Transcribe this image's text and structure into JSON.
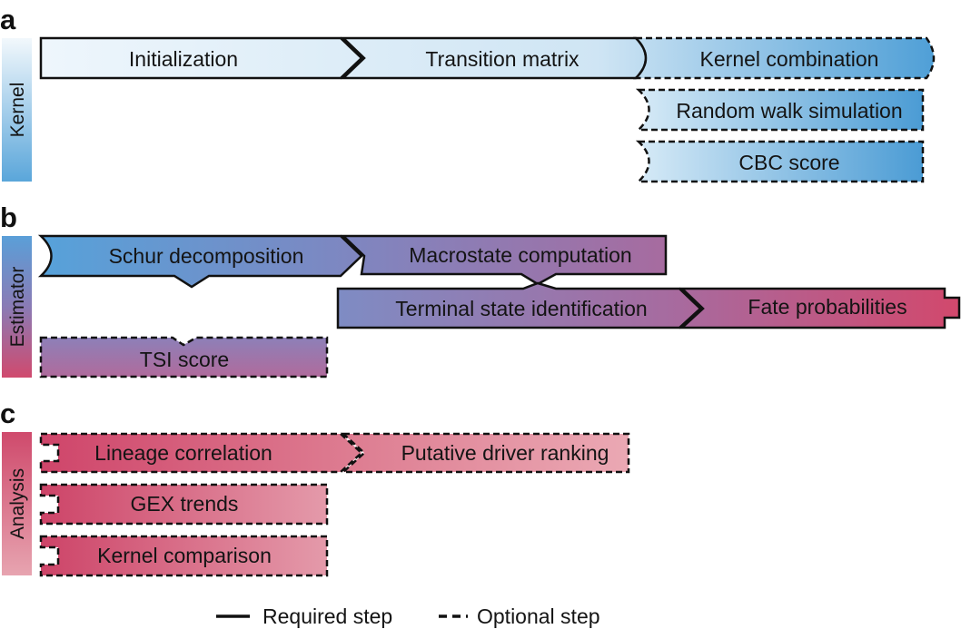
{
  "panels": {
    "a": {
      "letter": "a",
      "side_label": "Kernel"
    },
    "b": {
      "letter": "b",
      "side_label": "Estimator"
    },
    "c": {
      "letter": "c",
      "side_label": "Analysis"
    }
  },
  "steps": {
    "initialization": {
      "label": "Initialization",
      "kind": "required"
    },
    "transition_matrix": {
      "label": "Transition matrix",
      "kind": "required"
    },
    "kernel_combination": {
      "label": "Kernel combination",
      "kind": "optional"
    },
    "random_walk_simulation": {
      "label": "Random walk simulation",
      "kind": "optional"
    },
    "cbc_score": {
      "label": "CBC score",
      "kind": "optional"
    },
    "schur_decomposition": {
      "label": "Schur decomposition",
      "kind": "required"
    },
    "macrostate_computation": {
      "label": "Macrostate computation",
      "kind": "required"
    },
    "terminal_state_identification": {
      "label": "Terminal state identification",
      "kind": "required"
    },
    "fate_probabilities": {
      "label": "Fate probabilities",
      "kind": "required"
    },
    "tsi_score": {
      "label": "TSI score",
      "kind": "optional"
    },
    "lineage_correlation": {
      "label": "Lineage correlation",
      "kind": "optional"
    },
    "putative_driver_ranking": {
      "label": "Putative driver ranking",
      "kind": "optional"
    },
    "gex_trends": {
      "label": "GEX trends",
      "kind": "optional"
    },
    "kernel_comparison": {
      "label": "Kernel comparison",
      "kind": "optional"
    }
  },
  "legend": {
    "required": "Required step",
    "optional": "Optional step"
  },
  "colors": {
    "kernel_light": "#e8f3fb",
    "kernel_mid": "#a9d0ea",
    "kernel_dark": "#4d9ed6",
    "estimator_blue": "#5a9fd8",
    "estimator_purple": "#8a7bb5",
    "estimator_pink": "#b56c99",
    "estimator_red": "#d04a6e",
    "analysis_red": "#cd4468",
    "analysis_pink": "#e39aa9",
    "outline": "#111111"
  }
}
